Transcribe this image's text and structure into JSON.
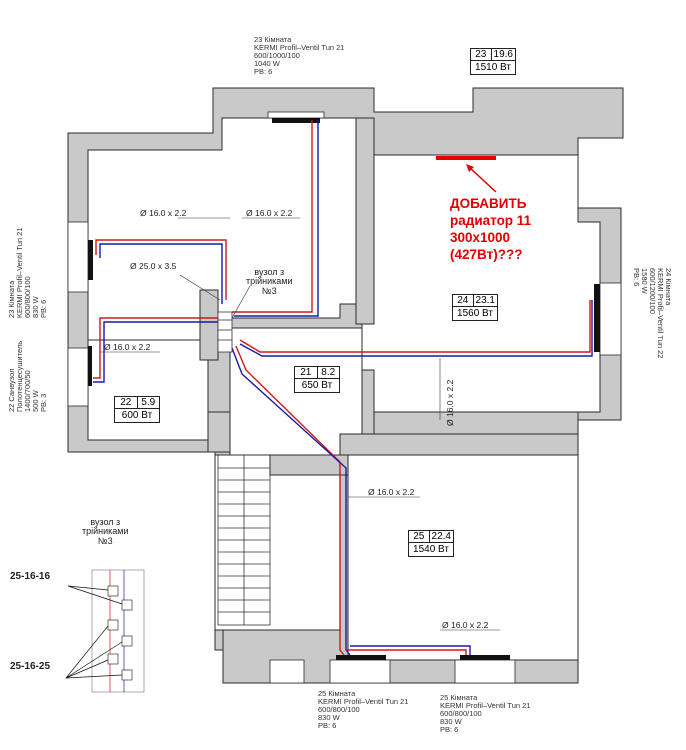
{
  "rooms": [
    {
      "id": "23",
      "area": "19.6",
      "power": "1510 Вт"
    },
    {
      "id": "24",
      "area": "23.1",
      "power": "1560 Вт"
    },
    {
      "id": "21",
      "area": "8.2",
      "power": "650 Вт"
    },
    {
      "id": "22",
      "area": "5.9",
      "power": "600 Вт"
    },
    {
      "id": "25",
      "area": "22.4",
      "power": "1540 Вт"
    }
  ],
  "radiators": {
    "top": [
      "23 Кімната",
      "KERMI Profil–Ventil Tun 21",
      "600/1000/100",
      "1040 W",
      "PB: 6"
    ],
    "left": [
      "23 Кімната",
      "KERMI Profil–Ventil Tun 21",
      "600/800/100",
      "830 W",
      "PB: 6"
    ],
    "left2": [
      "22 Санвузол",
      "Полотенцесушитель",
      "1400/700/50",
      "500 W",
      "PB: 3"
    ],
    "right": [
      "24 Кімната",
      "KERMI Profil–Ventil Tun 22",
      "600/1200/100",
      "1580 W",
      "PB: 6"
    ],
    "bottom1": [
      "25 Кімната",
      "KERMI Profil–Ventil Tun 21",
      "600/800/100",
      "830 W",
      "PB: 6"
    ],
    "bottom2": [
      "25 Кімната",
      "KERMI Profil–Ventil Tun 21",
      "600/800/100",
      "830 W",
      "PB: 6"
    ]
  },
  "pipes": {
    "d16": "Ø 16.0 x 2.2",
    "d25": "Ø 25.0 x 3.5"
  },
  "node_label": [
    "вузол з",
    "трійниками",
    "№3"
  ],
  "detail": {
    "title": [
      "вузол з",
      "трійниками",
      "№3"
    ],
    "label_a": "25-16-16",
    "label_b": "25-16-25"
  },
  "note": [
    "ДОБАВИТЬ",
    "радиатор 11",
    "300x1000",
    "(427Вт)???"
  ],
  "colors": {
    "wall": "#c8c8c8",
    "wall_edge": "#333333",
    "supply": "#d01818",
    "return": "#1a1aa8",
    "note": "#e00000"
  }
}
